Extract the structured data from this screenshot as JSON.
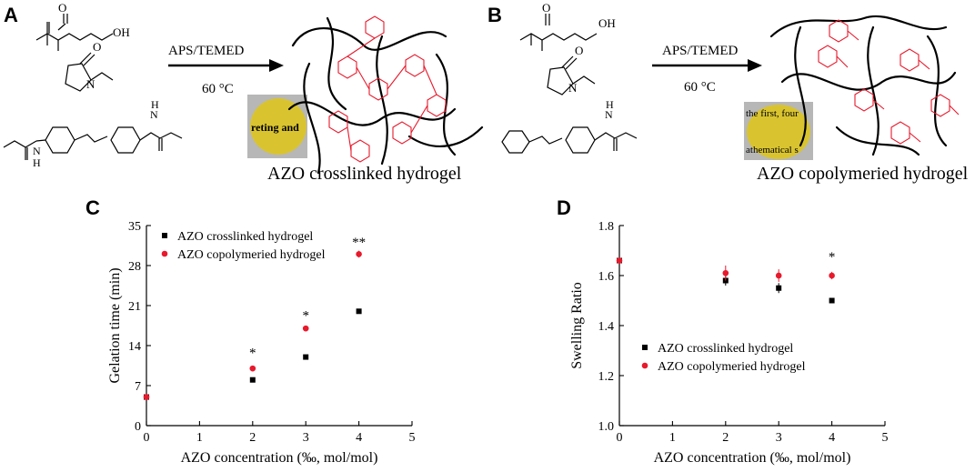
{
  "panels": {
    "A": {
      "letter": "A",
      "reagent": "APS/TEMED",
      "temp": "60 °C",
      "product_caption": "AZO crosslinked hydrogel",
      "photo_text": "reting and"
    },
    "B": {
      "letter": "B",
      "reagent": "APS/TEMED",
      "temp": "60 °C",
      "product_caption": "AZO copolymeried hydrogel",
      "photo_text_1": "the first, four",
      "photo_text_2": "athematical s"
    },
    "C": {
      "letter": "C"
    },
    "D": {
      "letter": "D"
    }
  },
  "chem_labels": {
    "oh": "OH",
    "o": "O",
    "n": "N",
    "h": "H",
    "nn": "N",
    "nh_left": "N",
    "h_sub": "H"
  },
  "colors": {
    "series_crosslinked": "#000000",
    "series_copolymeried": "#e8192c",
    "photo_yellow": "#d9c430"
  },
  "chart_data": [
    {
      "type": "scatter",
      "panel": "C",
      "xlabel": "AZO concentration (‰, mol/mol)",
      "ylabel": "Gelation time (min)",
      "xlim": [
        0,
        5
      ],
      "ylim": [
        0,
        35
      ],
      "xticks": [
        0,
        1,
        2,
        3,
        4,
        5
      ],
      "yticks": [
        0,
        7,
        14,
        21,
        28,
        35
      ],
      "legend_position": "top-left",
      "series": [
        {
          "name": "AZO crosslinked hydrogel",
          "marker": "square",
          "x": [
            0,
            2,
            3,
            4
          ],
          "y": [
            5,
            8,
            12,
            20
          ],
          "err": [
            0,
            0.2,
            0.2,
            0.2
          ]
        },
        {
          "name": "AZO copolymeried hydrogel",
          "marker": "circle",
          "x": [
            0,
            2,
            3,
            4
          ],
          "y": [
            5,
            10,
            17,
            30
          ],
          "err": [
            0,
            0.3,
            0.4,
            0.6
          ]
        }
      ],
      "annotations": [
        {
          "x": 2,
          "y": 13,
          "text": "*"
        },
        {
          "x": 3,
          "y": 19.5,
          "text": "*"
        },
        {
          "x": 4,
          "y": 32.3,
          "text": "**"
        }
      ]
    },
    {
      "type": "scatter",
      "panel": "D",
      "xlabel": "AZO concentration (‰, mol/mol)",
      "ylabel": "Swelling Ratio",
      "xlim": [
        0,
        5
      ],
      "ylim": [
        1.0,
        1.8
      ],
      "xticks": [
        0,
        1,
        2,
        3,
        4,
        5
      ],
      "yticks": [
        1.0,
        1.2,
        1.4,
        1.6,
        1.8
      ],
      "legend_position": "bottom-left",
      "series": [
        {
          "name": "AZO crosslinked hydrogel",
          "marker": "square",
          "x": [
            0,
            2,
            3,
            4
          ],
          "y": [
            1.66,
            1.58,
            1.55,
            1.5
          ],
          "err": [
            0,
            0.02,
            0.02,
            0.01
          ]
        },
        {
          "name": "AZO copolymeried hydrogel",
          "marker": "circle",
          "x": [
            0,
            2,
            3,
            4
          ],
          "y": [
            1.66,
            1.61,
            1.6,
            1.6
          ],
          "err": [
            0,
            0.03,
            0.025,
            0.015
          ]
        }
      ],
      "annotations": [
        {
          "x": 4,
          "y": 1.68,
          "text": "*"
        }
      ]
    }
  ]
}
